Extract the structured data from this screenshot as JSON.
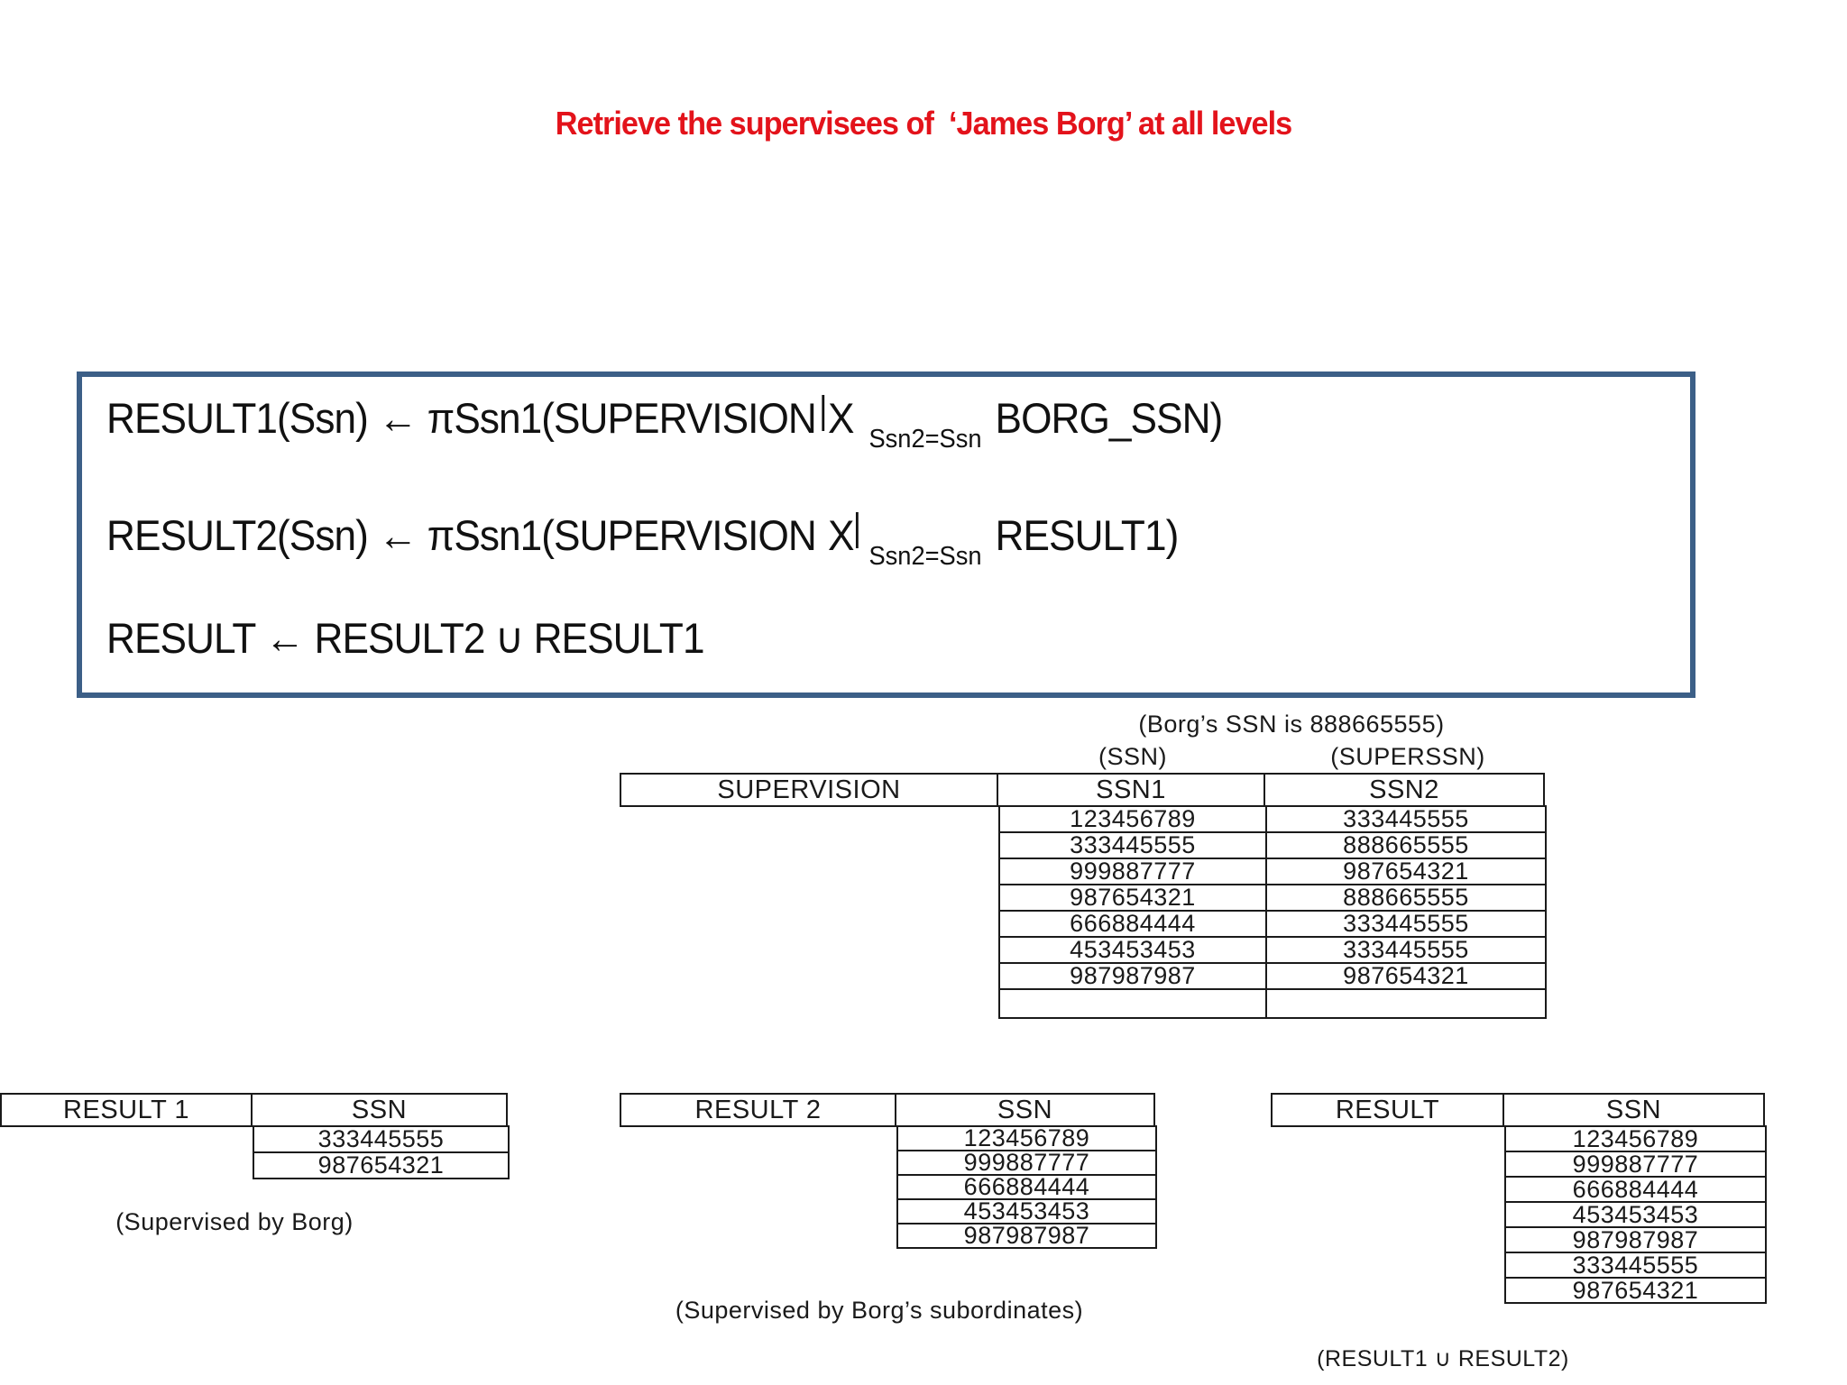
{
  "slide": {
    "title": "Retrieve the supervisees of  ‘James Borg’ at all levels"
  },
  "formulas": {
    "line1": {
      "pre": "RESULT1(Ssn) ← πSsn1(SUPERVISION",
      "join_symbol": "X",
      "join_condition": "Ssn2=Ssn",
      "post": "BORG_SSN)"
    },
    "line2": {
      "pre": "RESULT2(Ssn) ← πSsn1(SUPERVISION",
      "join_symbol": "X",
      "join_condition": "Ssn2=Ssn",
      "post": "RESULT1)"
    },
    "line3": {
      "text": "RESULT ← RESULT2 ∪ RESULT1"
    }
  },
  "annotations": {
    "borg_ssn_note": "(Borg’s SSN is 888665555)",
    "ssn_label": "(SSN)",
    "superssn_label": "(SUPERSSN)"
  },
  "supervision_table": {
    "name": "SUPERVISION",
    "columns": [
      "SSN1",
      "SSN2"
    ],
    "rows": [
      [
        "123456789",
        "333445555"
      ],
      [
        "333445555",
        "888665555"
      ],
      [
        "999887777",
        "987654321"
      ],
      [
        "987654321",
        "888665555"
      ],
      [
        "666884444",
        "333445555"
      ],
      [
        "453453453",
        "333445555"
      ],
      [
        "987987987",
        "987654321"
      ]
    ]
  },
  "result1_table": {
    "name": "RESULT 1",
    "column": "SSN",
    "rows": [
      "333445555",
      "987654321"
    ],
    "caption": "(Supervised by Borg)"
  },
  "result2_table": {
    "name": "RESULT 2",
    "column": "SSN",
    "rows": [
      "123456789",
      "999887777",
      "666884444",
      "453453453",
      "987987987"
    ],
    "caption": "(Supervised by Borg’s subordinates)"
  },
  "result_table": {
    "name": "RESULT",
    "column": "SSN",
    "rows": [
      "123456789",
      "999887777",
      "666884444",
      "453453453",
      "987987987",
      "333445555",
      "987654321"
    ],
    "caption": "(RESULT1  ∪ RESULT2)"
  },
  "colors": {
    "title_red": "#e3131b",
    "box_border_blue": "#3c5f87",
    "table_border": "#1a1a1a"
  }
}
